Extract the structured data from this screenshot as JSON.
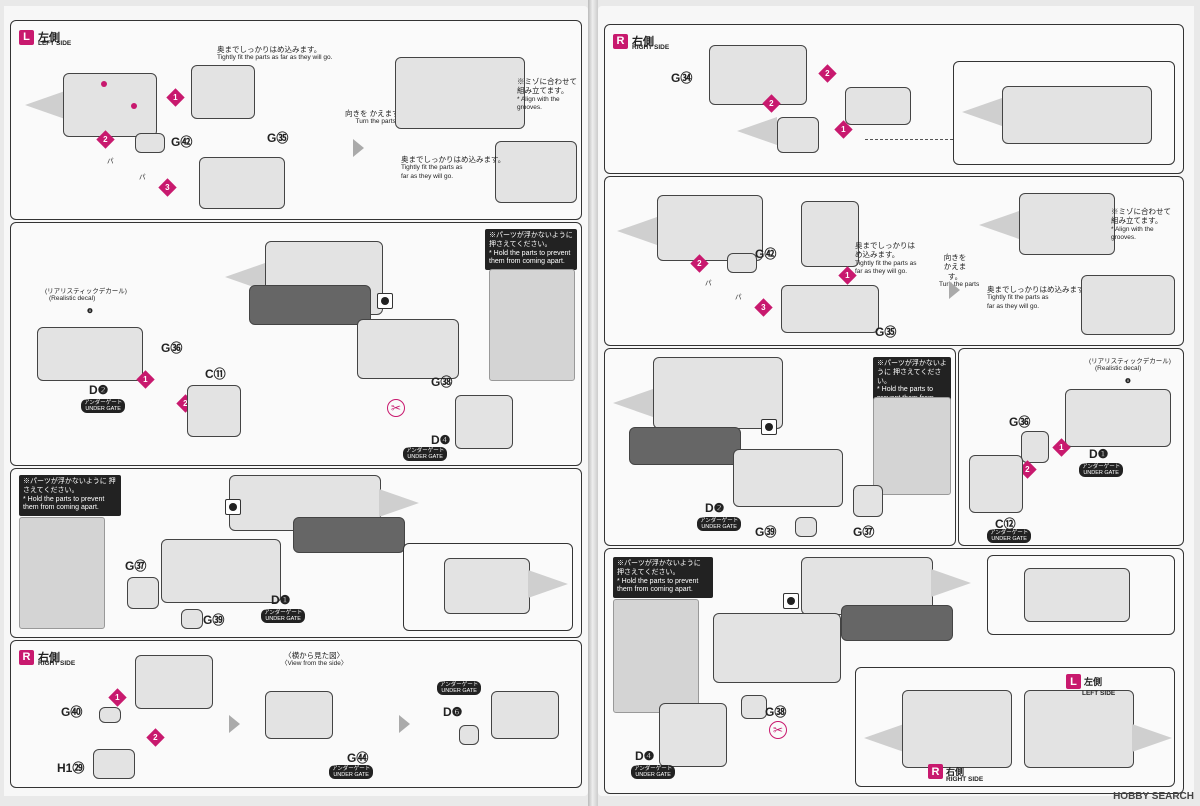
{
  "sides": {
    "left_jp": "左側",
    "left_en": "LEFT SIDE",
    "right_jp": "右側",
    "right_en": "RIGHT SIDE",
    "L": "L",
    "R": "R"
  },
  "notes": {
    "tight_jp": "奥までしっかりはめ込みます。",
    "tight_en": "Tightly fit the parts as far as they will go.",
    "tight_en_a": "Tightly fit the parts as",
    "tight_en_b": "far as they will go.",
    "turn_jp": "向きを かえます。",
    "turn_en": "Turn the parts",
    "groove_jp": "※ミゾに合わせて 組み立てます。",
    "groove_en": "* Align with the grooves.",
    "hold_jp": "※パーツが浮かないように 押さえてください。",
    "hold_en": "* Hold the parts to prevent them from coming apart.",
    "decal_jp": "(リアリスティックデカール)",
    "decal_en": "(Realistic decal)",
    "side_view_jp": "〈横から見た図〉",
    "side_view_en": "〈View from the side〉"
  },
  "gate": {
    "jp": "アンダーゲート",
    "en": "UNDER GATE"
  },
  "parts": {
    "G42": "G㊷",
    "G35": "G㉟",
    "G34": "G㉞",
    "G36": "G㊱",
    "G38": "G㊳",
    "G37": "G㊲",
    "G39": "G㊴",
    "G40": "G㊵",
    "G44": "G㊹",
    "C11": "C⑪",
    "C12": "C⑫",
    "D1": "D❶",
    "D2": "D❷",
    "D4": "D❹",
    "D6": "D❻",
    "H1": "H1㉙",
    "pa": "パ",
    "decal8": "❽"
  },
  "steps": {
    "s1": "1",
    "s2": "2",
    "s3": "3"
  },
  "footer": {
    "logo": "HOBBY SEARCH"
  },
  "colors": {
    "accent": "#c8196e",
    "panel_border": "#333333"
  }
}
